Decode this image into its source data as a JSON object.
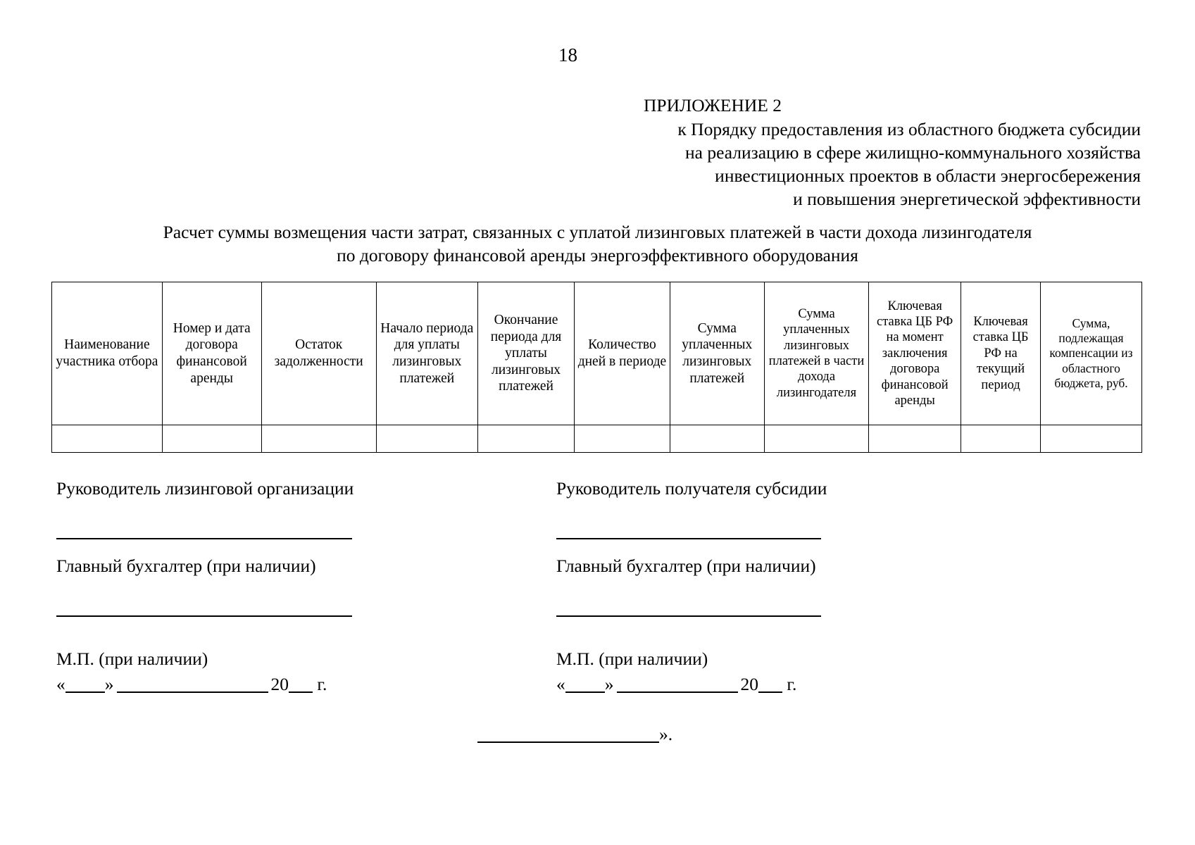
{
  "page": {
    "number": "18"
  },
  "appendix_header": {
    "title": "ПРИЛОЖЕНИЕ 2",
    "lines": [
      "к Порядку предоставления из областного бюджета субсидии",
      "на реализацию в сфере жилищно-коммунального хозяйства",
      "инвестиционных проектов в области энергосбережения",
      "и повышения энергетической эффективности"
    ]
  },
  "doc_title": {
    "lines": [
      "Расчет суммы возмещения части затрат, связанных с уплатой лизинговых платежей в части дохода лизингодателя",
      "по договору финансовой аренды энергоэффективного оборудования"
    ]
  },
  "table": {
    "columns": [
      "Наименование участника отбора",
      "Номер и дата договора финансовой аренды",
      "Остаток задолженности",
      "Начало периода для уплаты лизинговых платежей",
      "Окончание периода для уплаты лизинговых платежей",
      "Количество дней в периоде",
      "Сумма уплаченных лизинговых платежей",
      "Сумма уплаченных лизинговых платежей в части дохода лизингодателя",
      "Ключевая ставка ЦБ РФ на момент заключения договора финансовой аренды",
      "Ключевая ставка ЦБ РФ на текущий период",
      "Сумма, подлежащая компенсации из областного бюджета, руб."
    ],
    "rows": [
      [
        "",
        "",
        "",
        "",
        "",
        "",
        "",
        "",
        "",
        "",
        ""
      ]
    ]
  },
  "signatures": {
    "left": {
      "role": "Руководитель лизинговой организации",
      "accountant": "Главный бухгалтер (при наличии)",
      "seal": "М.П. (при наличии)",
      "date_open_quote": "«",
      "date_close_quote": "»",
      "date_year_prefix": "20",
      "date_year_suffix": "г."
    },
    "right": {
      "role": "Руководитель получателя субсидии",
      "accountant": "Главный бухгалтер (при наличии)",
      "seal": "М.П. (при наличии)",
      "date_open_quote": "«",
      "date_close_quote": "»",
      "date_year_prefix": "20",
      "date_year_suffix": "г."
    }
  },
  "closing": {
    "text": "»."
  }
}
